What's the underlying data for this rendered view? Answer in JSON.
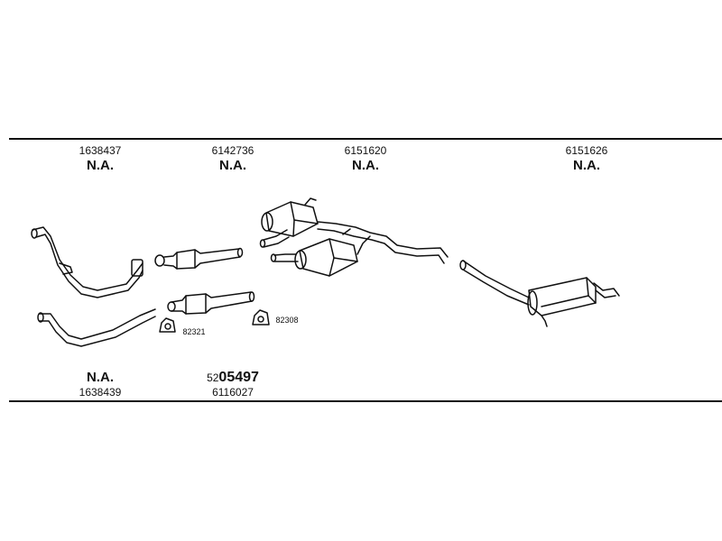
{
  "columns": [
    {
      "part": "1638437",
      "status": "N.A."
    },
    {
      "part": "6142736",
      "status": "N.A."
    },
    {
      "part": "6151620",
      "status": "N.A."
    },
    {
      "part": "6151626",
      "status": "N.A."
    }
  ],
  "clamps": [
    {
      "part": "82321"
    },
    {
      "part": "82308"
    }
  ],
  "bottom_left": {
    "status": "N.A.",
    "part": "1638439"
  },
  "bottom_center": {
    "prefix": "52",
    "number": "05497",
    "part": "6116027"
  }
}
